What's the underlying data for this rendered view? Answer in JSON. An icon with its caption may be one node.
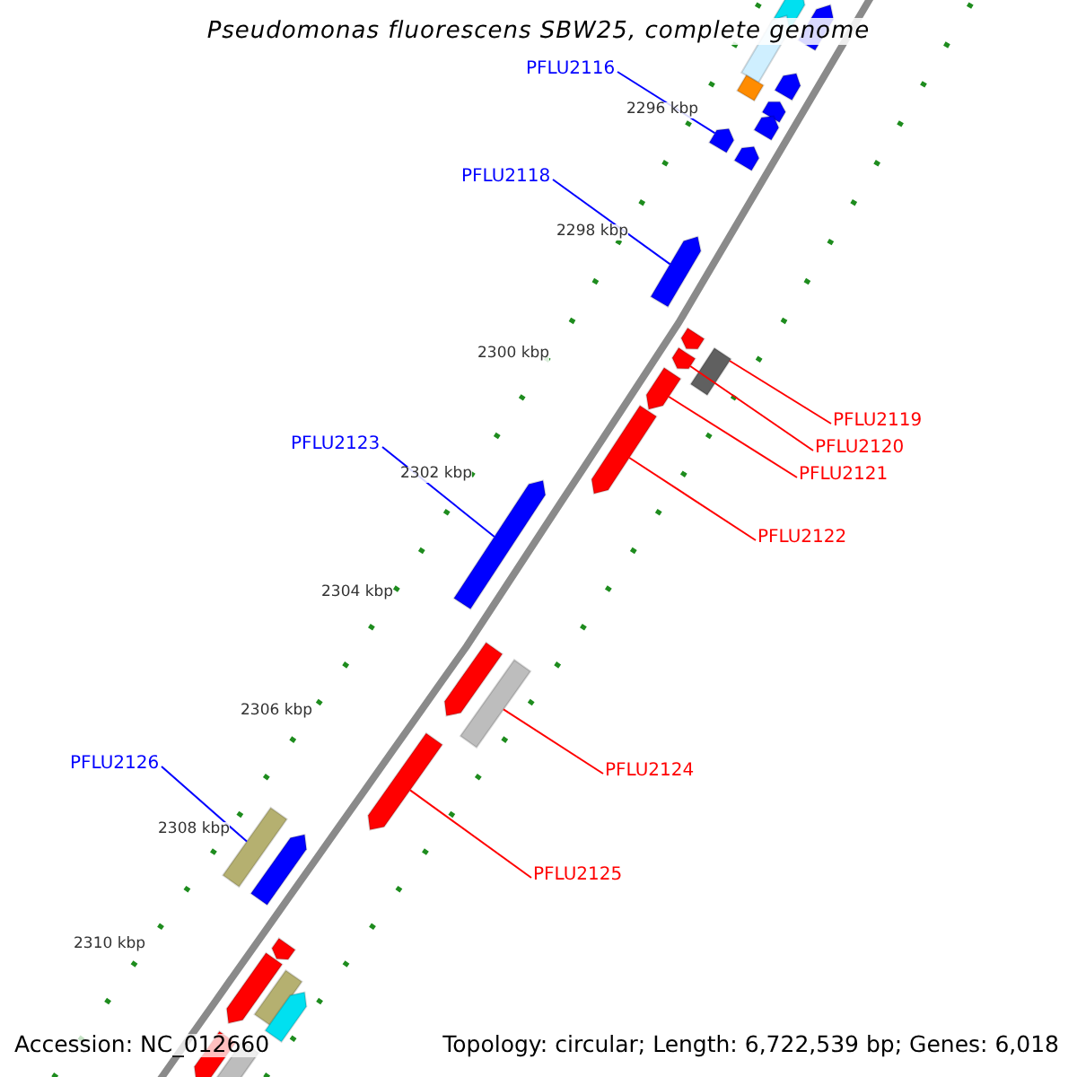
{
  "diagram": {
    "title": "Pseudomonas fluorescens SBW25, complete genome",
    "nodes": [
      {
        "text": [
          "PFLU2116"
        ]
      },
      {
        "text": [
          "PFLU2118"
        ]
      },
      {
        "text": [
          "PFLU2119"
        ]
      },
      {
        "text": [
          "PFLU2120"
        ]
      },
      {
        "text": [
          "PFLU2121"
        ]
      },
      {
        "text": [
          "PFLU2122"
        ]
      },
      {
        "text": [
          "PFLU2123"
        ]
      },
      {
        "text": [
          "PFLU2124"
        ]
      },
      {
        "text": [
          "PFLU2125"
        ]
      },
      {
        "text": [
          "PFLU2126"
        ]
      },
      {
        "text": [],
        "shape": "bar"
      },
      {
        "text": [],
        "shape": "bar"
      },
      {
        "text": [],
        "shape": "bar"
      },
      {
        "text": [],
        "shape": "bar"
      },
      {
        "text": [],
        "shape": "bar"
      },
      {
        "text": [],
        "shape": "bar"
      },
      {
        "text": [],
        "shape": "bar"
      },
      {
        "text": [],
        "shape": "bar"
      },
      {
        "text": [],
        "shape": "bar"
      },
      {
        "text": [],
        "shape": "bar"
      },
      {
        "text": [],
        "shape": "bar"
      },
      {
        "text": [],
        "shape": "bar"
      },
      {
        "text": [],
        "shape": "bar"
      },
      {
        "text": [],
        "shape": "bar"
      },
      {
        "text": [],
        "shape": "bar"
      },
      {
        "text": [],
        "shape": "bar"
      },
      {
        "text": [],
        "shape": "bar"
      },
      {
        "text": [],
        "shape": "bar"
      },
      {
        "text": [],
        "shape": "bar"
      },
      {
        "text": [],
        "shape": "bar"
      },
      {
        "text": [],
        "shape": "bar"
      },
      {
        "text": [],
        "shape": "bar"
      },
      {
        "text": [],
        "shape": "bar"
      },
      {
        "text": [],
        "shape": "bar"
      },
      {
        "text": [],
        "shape": "bar"
      },
      {
        "text": [],
        "shape": "bar"
      },
      {
        "text": [],
        "shape": "bar"
      }
    ],
    "edges": [
      {
        "from": 0,
        "to": 17,
        "arrow": "none",
        "color": "#0000ff"
      },
      {
        "from": 1,
        "to": 19,
        "arrow": "none",
        "color": "#0000ff"
      },
      {
        "from": 2,
        "to": 22,
        "arrow": "none",
        "color": "#ff0000"
      },
      {
        "from": 3,
        "to": 21,
        "arrow": "none",
        "color": "#ff0000"
      },
      {
        "from": 4,
        "to": 23,
        "arrow": "none",
        "color": "#ff0000"
      },
      {
        "from": 5,
        "to": 24,
        "arrow": "none",
        "color": "#ff0000"
      },
      {
        "from": 6,
        "to": 25,
        "arrow": "none",
        "color": "#0000ff"
      },
      {
        "from": 7,
        "to": 27,
        "arrow": "none",
        "color": "#ff0000"
      },
      {
        "from": 8,
        "to": 28,
        "arrow": "none",
        "color": "#ff0000"
      },
      {
        "from": 9,
        "to": 29,
        "arrow": "none",
        "color": "#0000ff"
      }
    ],
    "labels": [
      "2296 kbp",
      "2298 kbp",
      "2300 kbp",
      "2302 kbp",
      "2304 kbp",
      "2306 kbp",
      "2308 kbp",
      "2310 kbp",
      "Accession: NC_012660",
      "Topology: circular; Length: 6,722,539 bp; Genes: 6,018"
    ]
  }
}
